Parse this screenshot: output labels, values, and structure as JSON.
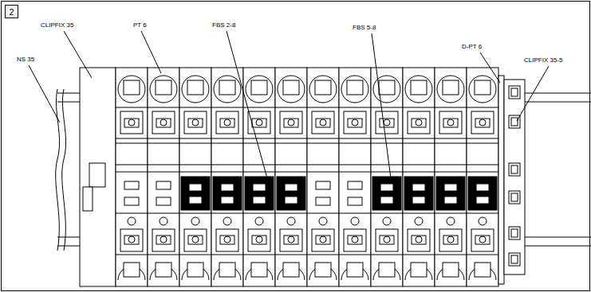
{
  "diagram": {
    "nodes": [
      {
        "text": [
          "2"
        ]
      }
    ],
    "labels": [
      "CLIPFIX 35",
      "PT 6",
      "FBS 2-8",
      "FBS 5-8",
      "D-PT 6",
      "NS 35",
      "CLIPFIX 35-5"
    ]
  }
}
